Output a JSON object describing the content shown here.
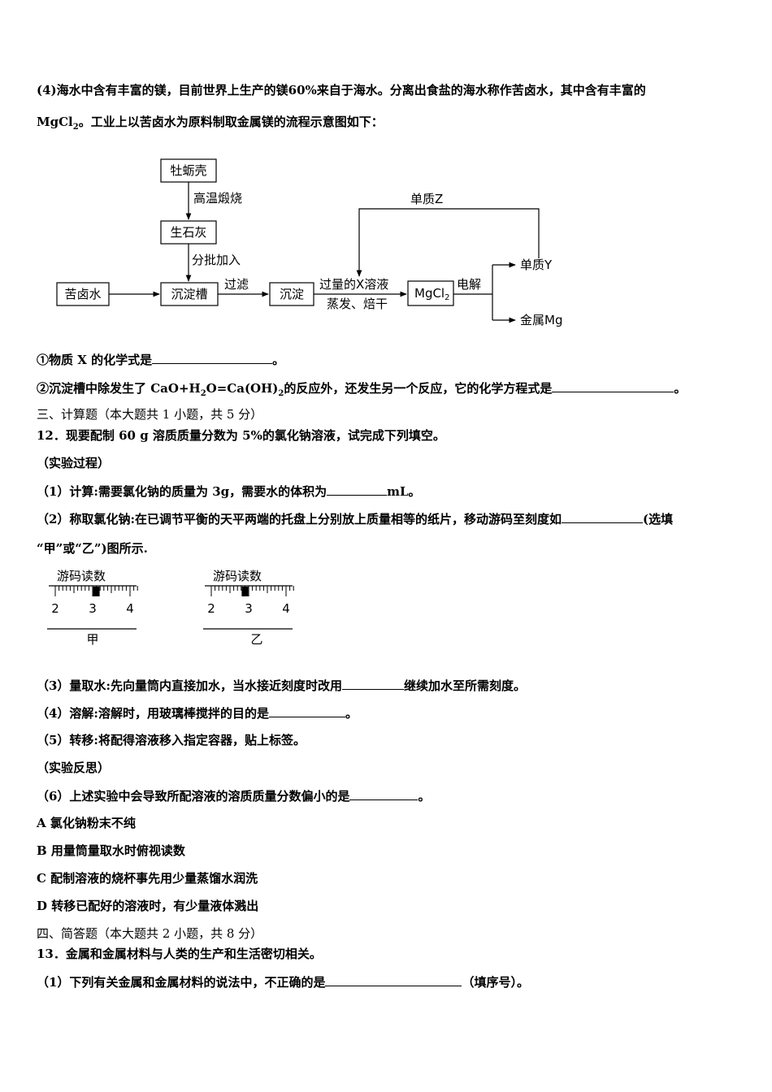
{
  "intro": {
    "line1": "(4)海水中含有丰富的镁，目前世界上生产的镁60%来自于海水。分离出食盐的海水称作苦卤水，其中含有丰富的",
    "line2_formula": "MgCl",
    "line2_sub": "2",
    "line2_rest": "。工业上以苦卤水为原料制取金属镁的流程示意图如下："
  },
  "flow": {
    "oyster_shell": "牡蛎壳",
    "calcine": "高温煅烧",
    "quicklime": "生石灰",
    "batch_add": "分批加入",
    "brine": "苦卤水",
    "tank": "沉淀槽",
    "filter": "过滤",
    "precipitate": "沉淀",
    "excess_x": "过量的X溶液",
    "evaporate": "蒸发、焙干",
    "mgcl2": "MgCl",
    "mgcl2_sub": "2",
    "electrolysis": "电解",
    "element_z": "单质Z",
    "element_y": "单质Y",
    "metal_mg": "金属Mg"
  },
  "q1": {
    "text": "①物质 X 的化学式是",
    "end": "。"
  },
  "q2": {
    "pre": "②沉淀槽中除发生了 CaO+H",
    "sub1": "2",
    "mid": "O=Ca(OH)",
    "sub2": "2",
    "post": "的反应外，还发生另一个反应，它的化学方程式是",
    "end": "。"
  },
  "section3": "三、计算题（本大题共 1 小题，共 5 分）",
  "q12": "12．现要配制 60 g 溶质质量分数为 5%的氯化钠溶液，试完成下列填空。",
  "exp_process": "（实验过程）",
  "step1": {
    "pre": "（1）计算:需要氯化钠的质量为 3g，需要水的体积为",
    "post": "mL。"
  },
  "step2": {
    "pre": "（2）称取氯化钠:在已调节平衡的天平两端的托盘上分别放上质量相等的纸片，移动游码至刻度如",
    "post": "(选填"
  },
  "step2b": "“甲”或“乙”)图所示.",
  "scales": {
    "title": "游码读数",
    "ticks": [
      "2",
      "3",
      "4"
    ],
    "label_a": "甲",
    "label_b": "乙",
    "rider_a": 3.1,
    "rider_b": 2.9
  },
  "step3": {
    "pre": "（3）量取水:先向量筒内直接加水，当水接近刻度时改用",
    "post": "继续加水至所需刻度。"
  },
  "step4": {
    "pre": "（4）溶解:溶解时，用玻璃棒搅拌的目的是",
    "post": "。"
  },
  "step5": "（5）转移:将配得溶液移入指定容器，贴上标签。",
  "exp_reflect": "（实验反思）",
  "step6": {
    "pre": "（6）上述实验中会导致所配溶液的溶质质量分数偏小的是",
    "post": "。"
  },
  "options": [
    "A 氯化钠粉末不纯",
    "B 用量筒量取水时俯视读数",
    "C 配制溶液的烧杯事先用少量蒸馏水润洗",
    "D 转移已配好的溶液时，有少量液体溅出"
  ],
  "section4": "四、简答题（本大题共 2 小题，共 8 分）",
  "q13": "13．金属和金属材料与人类的生产和生活密切相关。",
  "q13_1": {
    "pre": "（1）下列有关金属和金属材料的说法中，不正确的是",
    "post": "（填序号）。"
  }
}
